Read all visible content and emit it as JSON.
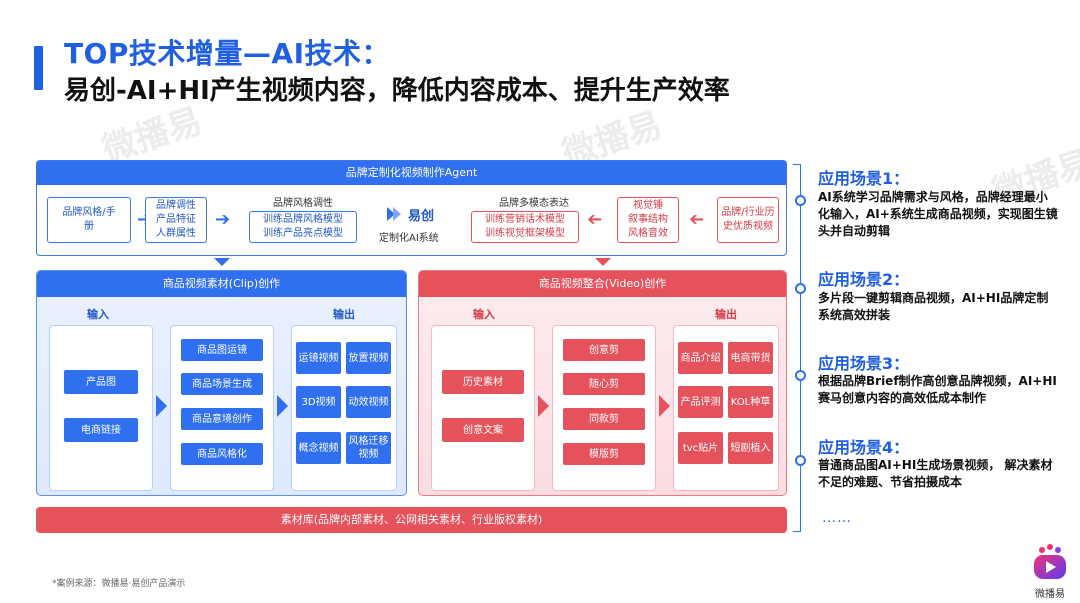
{
  "title": {
    "line1": "TOP技术增量—AI技术：",
    "line2": "易创-AI+HI产生视频内容，降低内容成本、提升生产效率"
  },
  "watermark": "微播易",
  "agent": {
    "header": "品牌定制化视频制作Agent",
    "box_style": "品牌风格/手册",
    "box_tune": "品牌调性\n产品特征\n人群属性",
    "caption_style": "品牌风格调性",
    "box_train": "训练品牌风格模型\n训练产品亮点模型",
    "brand_name": "易创",
    "brand_sub": "定制化AI系统",
    "caption_multi": "品牌多模态表达",
    "box_marketing": "训练营销话术模型\n训练视觉框架模型",
    "box_visual": "视觉锤\n叙事结构\n风格音效",
    "box_history": "品牌/行业历\n史优质视频"
  },
  "clip_panel": {
    "header": "商品视频素材(Clip)创作",
    "input_label": "输入",
    "output_label": "输出",
    "inputs": [
      "产品图",
      "电商链接"
    ],
    "process": [
      "商品图运镜",
      "商品场景生成",
      "商品意境创作",
      "商品风格化"
    ],
    "outputs": [
      "运镜视频",
      "放置视频",
      "3D视频",
      "动效视频",
      "概念视频",
      "风格迁移\n视频"
    ]
  },
  "video_panel": {
    "header": "商品视频整合(Video)创作",
    "input_label": "输入",
    "output_label": "输出",
    "inputs": [
      "历史素材",
      "创意文案"
    ],
    "process": [
      "创意剪",
      "随心剪",
      "同款剪",
      "模版剪"
    ],
    "outputs": [
      "商品介绍",
      "电商带货",
      "产品评测",
      "KOL种草",
      "tvc贴片",
      "短剧植入"
    ]
  },
  "library": "素材库(品牌内部素材、公网相关素材、行业版权素材)",
  "source": "*案例来源：微播易·易创产品演示",
  "scenarios": [
    {
      "title": "应用场景1：",
      "text": "AI系统学习品牌需求与风格，品牌经理最小化输入，AI+系统生成商品视频，实现图生镜头并自动剪辑"
    },
    {
      "title": "应用场景2：",
      "text": "多片段一键剪辑商品视频，AI+HI品牌定制系统高效拼装"
    },
    {
      "title": "应用场景3：",
      "text": "根据品牌Brief制作高创意品牌视频，AI+HI赛马创意内容的高效低成本制作"
    },
    {
      "title": "应用场景4：",
      "text": "普通商品图AI+HI生成场景视频， 解决素材不足的难题、节省拍摄成本"
    }
  ],
  "more": "……",
  "logo_text": "微播易",
  "colors": {
    "blue": "#2f6ff0",
    "red": "#e5525c"
  }
}
